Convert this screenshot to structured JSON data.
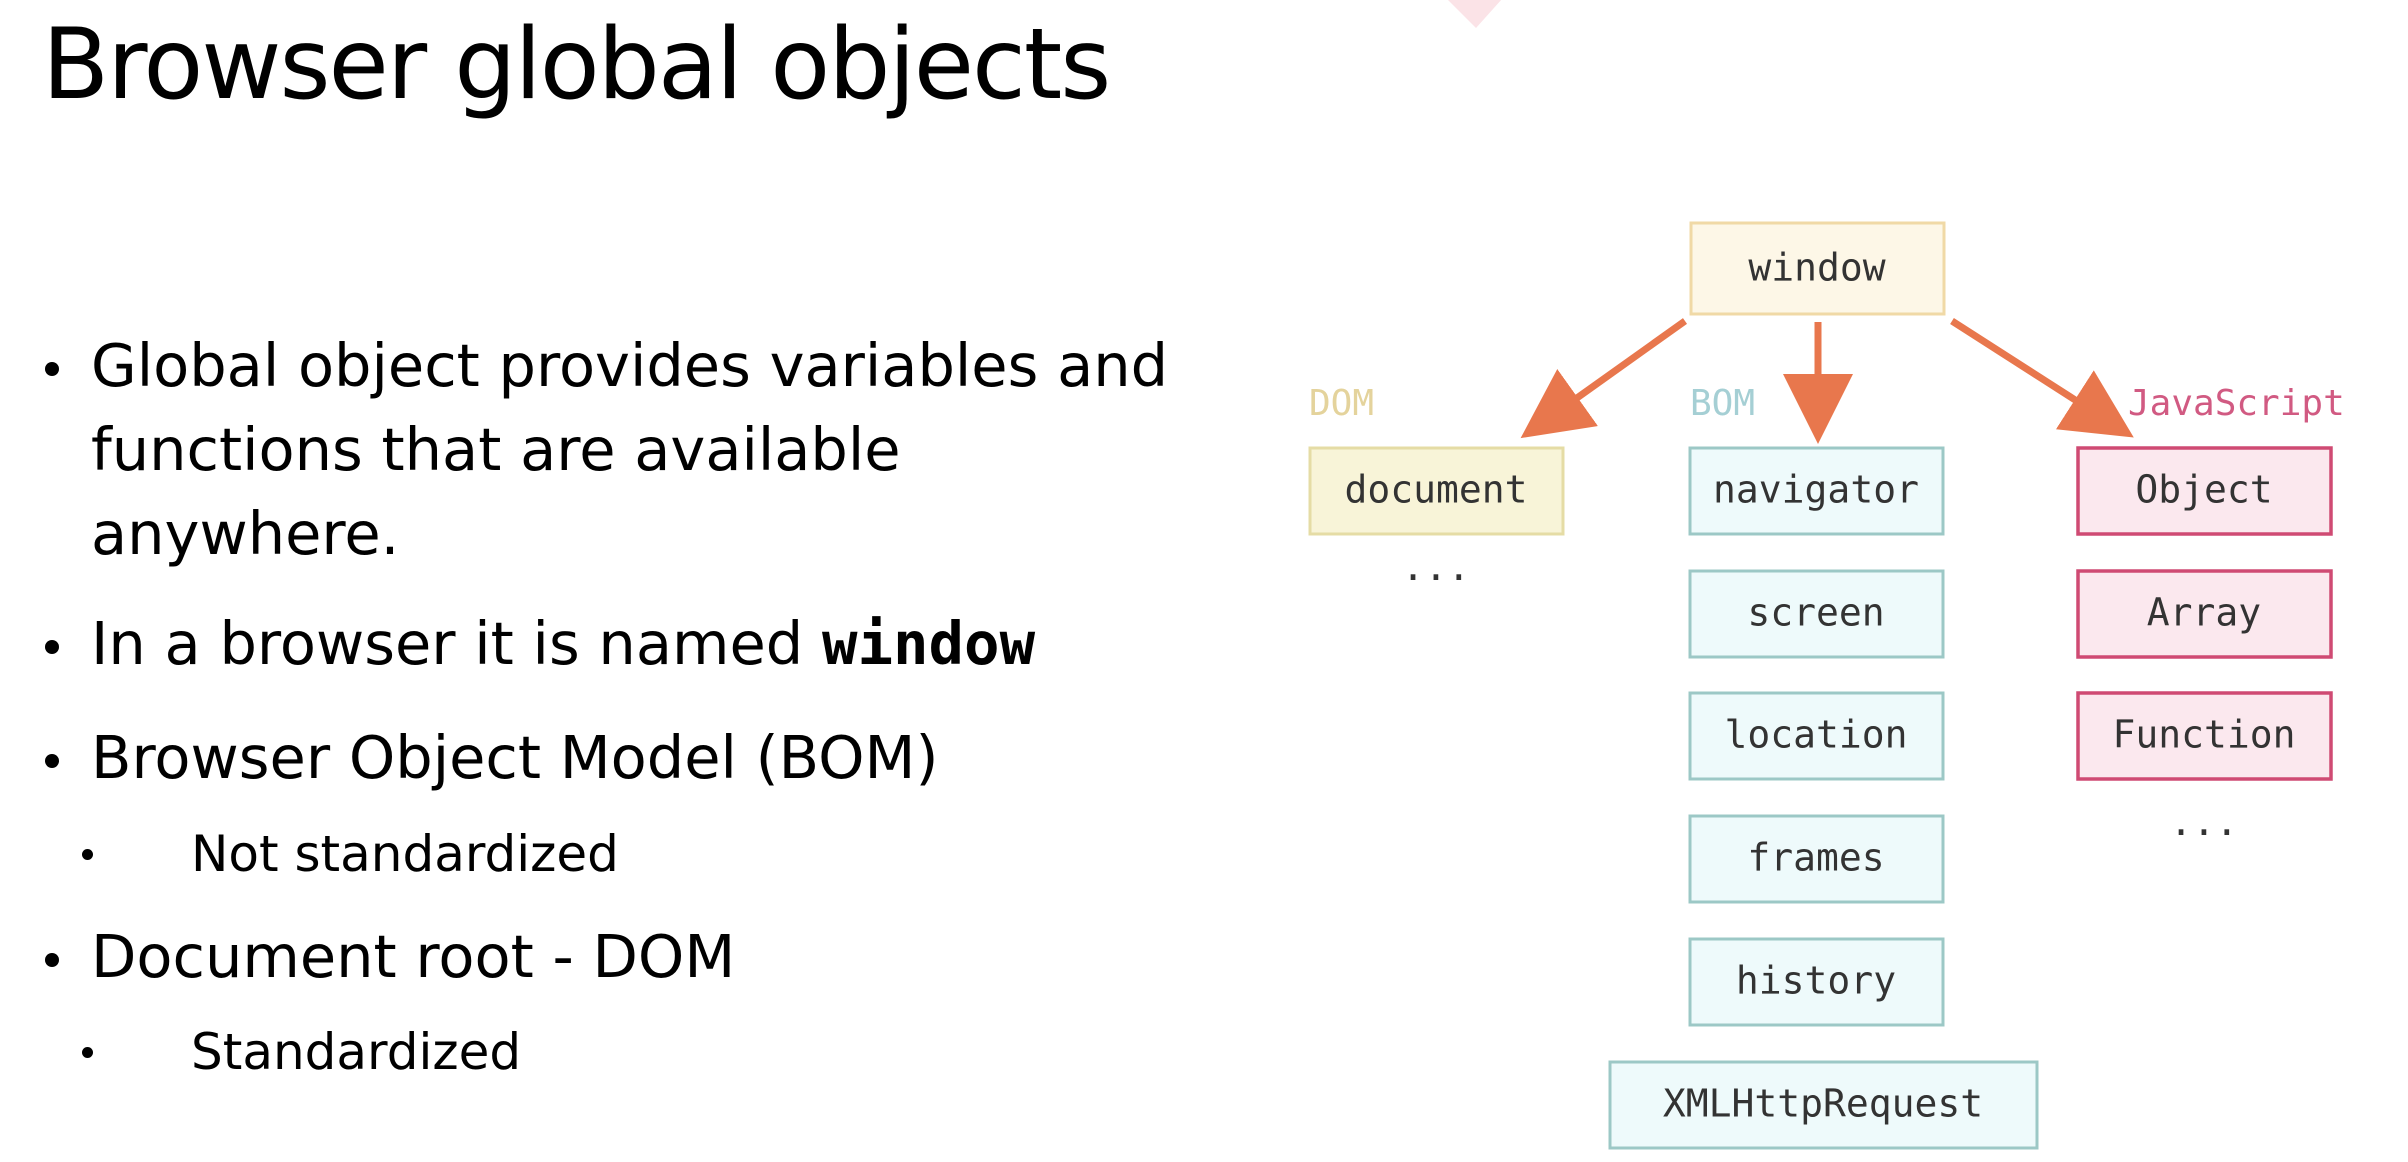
{
  "slide": {
    "title": "Browser global objects"
  },
  "bullets": [
    {
      "level": 1,
      "lines": [
        "Global object provides variables and",
        "functions that are available",
        "anywhere."
      ]
    },
    {
      "level": 1,
      "text_before": "In a browser it is named ",
      "code": "window"
    },
    {
      "level": 1,
      "text": "Browser Object Model (BOM)"
    },
    {
      "level": 2,
      "text": "Not standardized"
    },
    {
      "level": 1,
      "text": "Document root - DOM"
    },
    {
      "level": 2,
      "text": "Standardized"
    }
  ],
  "diagram": {
    "root": "window",
    "groups": [
      {
        "label": "DOM",
        "items": [
          "document"
        ],
        "more": "..."
      },
      {
        "label": "BOM",
        "items": [
          "navigator",
          "screen",
          "location",
          "frames",
          "history",
          "XMLHttpRequest"
        ]
      },
      {
        "label": "JavaScript",
        "items": [
          "Object",
          "Array",
          "Function"
        ],
        "more": "..."
      }
    ],
    "colors": {
      "arrow": "#e8774d",
      "root_fill": "#fdf7e7",
      "root_stroke": "#f0d9a6",
      "dom_fill": "#f8f4d8",
      "dom_stroke": "#e5dca5",
      "dom_label": "#e4d39c",
      "bom_fill": "#eefafb",
      "bom_stroke": "#9cc8c6",
      "bom_label": "#a5cfd4",
      "js_fill": "#fbe8ee",
      "js_stroke": "#cf4a73",
      "js_label": "#d15a82",
      "text": "#333333"
    }
  }
}
